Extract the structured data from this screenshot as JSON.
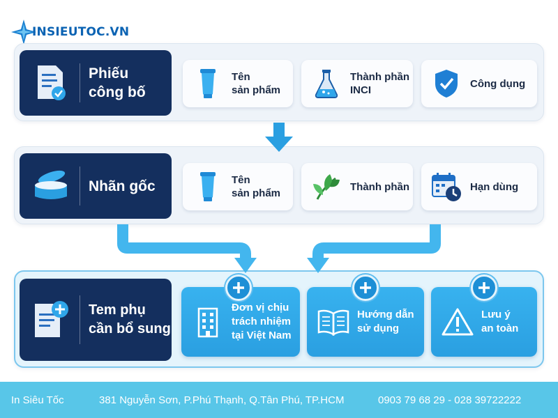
{
  "brand": {
    "logo_text": "INSIEUTOC.VN"
  },
  "rows": [
    {
      "title": "Phiếu\ncông bố",
      "icon": "document-check-icon",
      "items": [
        {
          "label": "Tên\nsản phẩm",
          "icon": "tube-icon"
        },
        {
          "label": "Thành phần\nINCI",
          "icon": "flask-icon"
        },
        {
          "label": "Công dụng",
          "icon": "shield-check-icon"
        }
      ]
    },
    {
      "title": "Nhãn gốc",
      "icon": "cream-jar-icon",
      "items": [
        {
          "label": "Tên\nsản phẩm",
          "icon": "tube-icon"
        },
        {
          "label": "Thành phần",
          "icon": "leaf-icon"
        },
        {
          "label": "Hạn dùng",
          "icon": "calendar-clock-icon"
        }
      ]
    },
    {
      "title": "Tem phụ\ncần bổ sung",
      "icon": "document-plus-icon",
      "items": [
        {
          "label": "Đơn vị chịu\ntrách nhiệm\ntại Việt Nam",
          "icon": "building-icon"
        },
        {
          "label": "Hướng dẫn\nsử dụng",
          "icon": "book-icon"
        },
        {
          "label": "Lưu ý\nan toàn",
          "icon": "warning-icon"
        }
      ]
    }
  ],
  "footer": {
    "company": "In Siêu Tốc",
    "address": "381 Nguyễn Sơn, P.Phú Thạnh, Q.Tân Phú, TP.HCM",
    "phones": "0903 79 68 29 - 028 39722222"
  },
  "colors": {
    "navy": "#142f5e",
    "accent_blue": "#2a9fe1",
    "footer": "#58c6e8"
  }
}
